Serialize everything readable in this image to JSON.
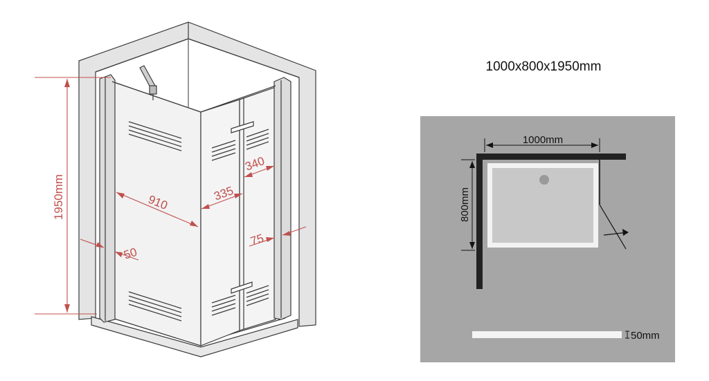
{
  "title": "1000x800x1950mm",
  "colors": {
    "dimension_red": "#c0504d",
    "line_gray": "#3a3a3a",
    "plan_background": "#a6a6a6",
    "plan_wall": "#222222"
  },
  "perspective_dimensions": {
    "height": "1950mm",
    "left_panel_width": "910",
    "door_leaf_width": "335",
    "door_leaf_width_right": "340",
    "profile_left": "50",
    "profile_right": "75"
  },
  "plan_view": {
    "width_label": "1000mm",
    "depth_label": "800mm",
    "tray_height_label": "50mm"
  }
}
